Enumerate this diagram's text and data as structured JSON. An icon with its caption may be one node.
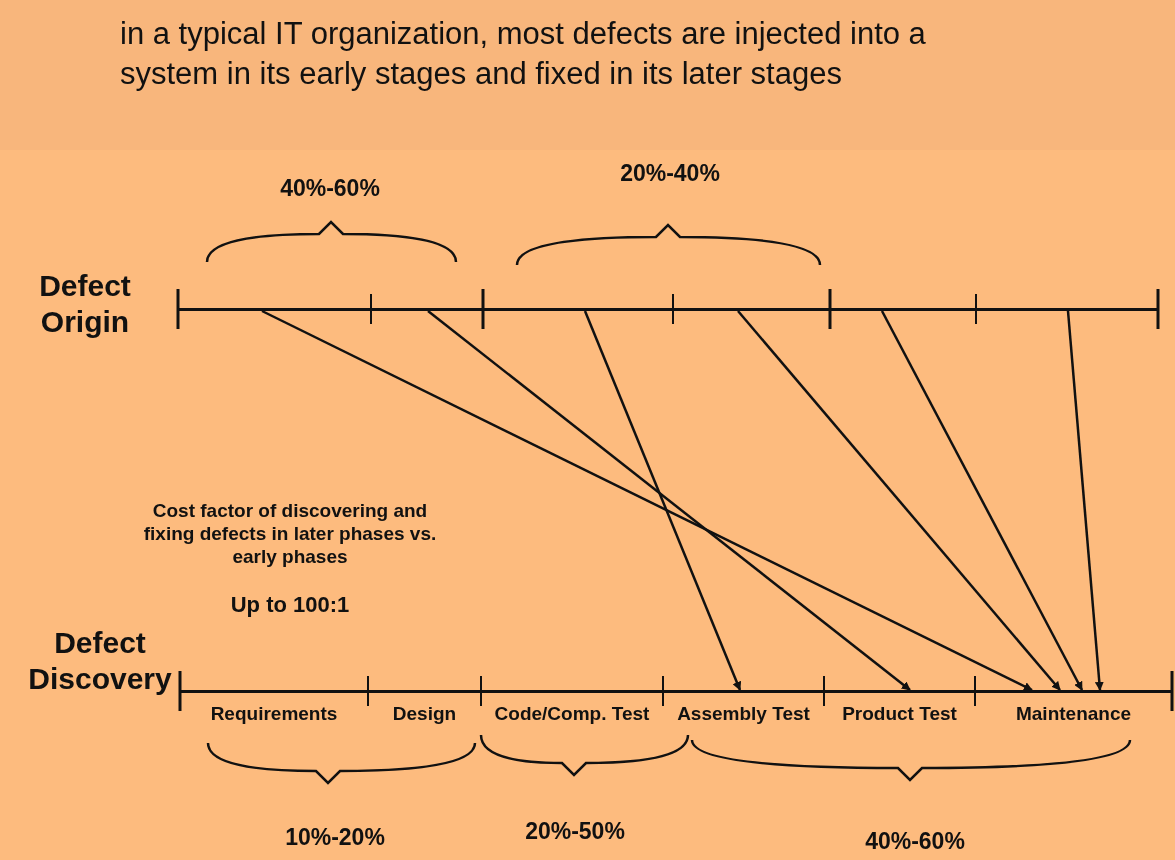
{
  "diagram": {
    "title": "in a typical IT organization, most defects are injected into a system in its early stages and fixed in its later stages",
    "nodes": [
      {
        "text": [],
        "shape": "bar"
      },
      {
        "text": [],
        "shape": "bar"
      },
      {
        "text": [],
        "shape": "bar"
      },
      {
        "text": [],
        "shape": "bar"
      },
      {
        "text": [],
        "shape": "bar"
      },
      {
        "text": [],
        "shape": "bar"
      },
      {
        "text": [
          "Requirements"
        ]
      },
      {
        "text": [
          "Design"
        ]
      },
      {
        "text": [
          "Code/Comp. Test"
        ]
      },
      {
        "text": [
          "Assembly Test"
        ]
      },
      {
        "text": [
          "Product Test"
        ]
      },
      {
        "text": [
          "Maintenance"
        ]
      }
    ],
    "edges": [
      {
        "from": 0,
        "to": 11,
        "arrow": "to"
      },
      {
        "from": 1,
        "to": 10,
        "arrow": "to"
      },
      {
        "from": 2,
        "to": 9,
        "arrow": "to"
      },
      {
        "from": 3,
        "to": 11,
        "arrow": "to"
      },
      {
        "from": 4,
        "to": 11,
        "arrow": "to"
      },
      {
        "from": 5,
        "to": 11,
        "arrow": "to"
      }
    ],
    "labels": [
      "40%-60%",
      "20%-40%",
      "Defect Origin",
      "Cost factor of discovering and fixing defects in later phases vs. early phases",
      "Up to 100:1",
      "Defect Discovery",
      "10%-20%",
      "20%-50%",
      "40%-60%"
    ]
  }
}
